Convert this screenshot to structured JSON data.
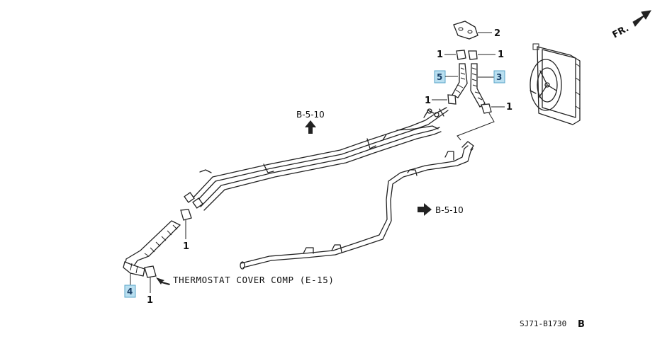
{
  "diagram": {
    "orientation_label": "FR.",
    "reference_top": "B-5-10",
    "reference_right": "B-5-10",
    "thermostat_label": "THERMOSTAT COVER COMP (E-15)",
    "diagram_code": "SJ71-B1730",
    "diagram_code_suffix": "B"
  },
  "parts": [
    {
      "number": "1",
      "highlighted": false
    },
    {
      "number": "2",
      "highlighted": false
    },
    {
      "number": "3",
      "highlighted": true
    },
    {
      "number": "4",
      "highlighted": true
    },
    {
      "number": "5",
      "highlighted": true
    }
  ],
  "colors": {
    "highlight_fill": "#b9dff0",
    "line": "#222222",
    "background": "#ffffff"
  }
}
